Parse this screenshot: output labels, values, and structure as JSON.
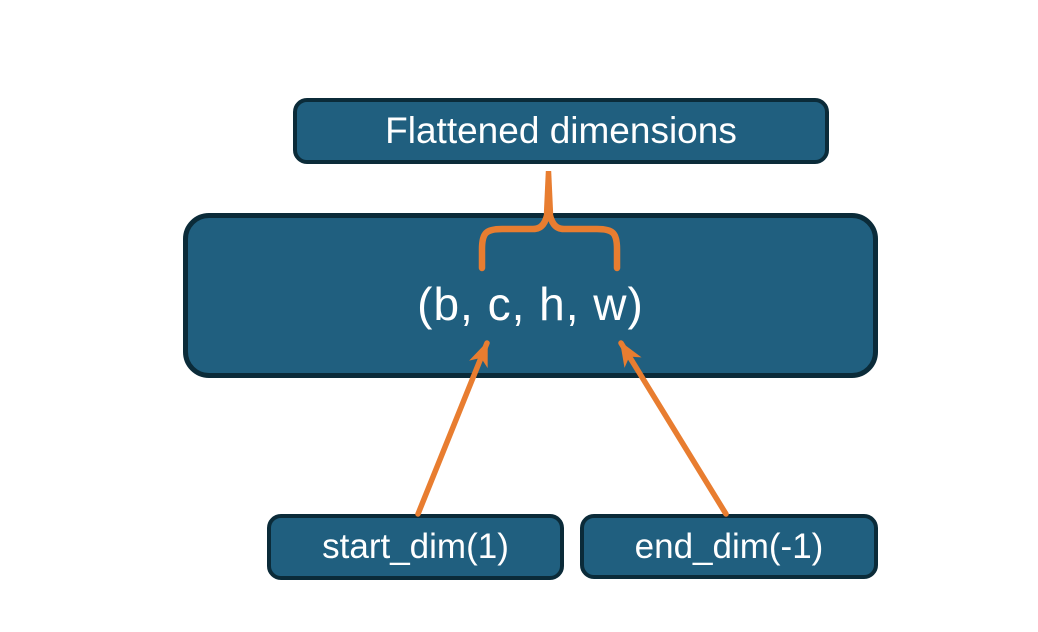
{
  "colors": {
    "node_fill": "#205F7F",
    "node_border": "#0B2B39",
    "connector": "#E87D30",
    "node_text": "#FFFFFF",
    "canvas_bg": "#FFFFFF"
  },
  "diagram": {
    "title_box": {
      "label": "Flattened dimensions"
    },
    "tensor_box": {
      "label": "(b, c, h, w)"
    },
    "param_boxes": [
      {
        "label": "start_dim(1)"
      },
      {
        "label": "end_dim(-1)"
      }
    ]
  }
}
